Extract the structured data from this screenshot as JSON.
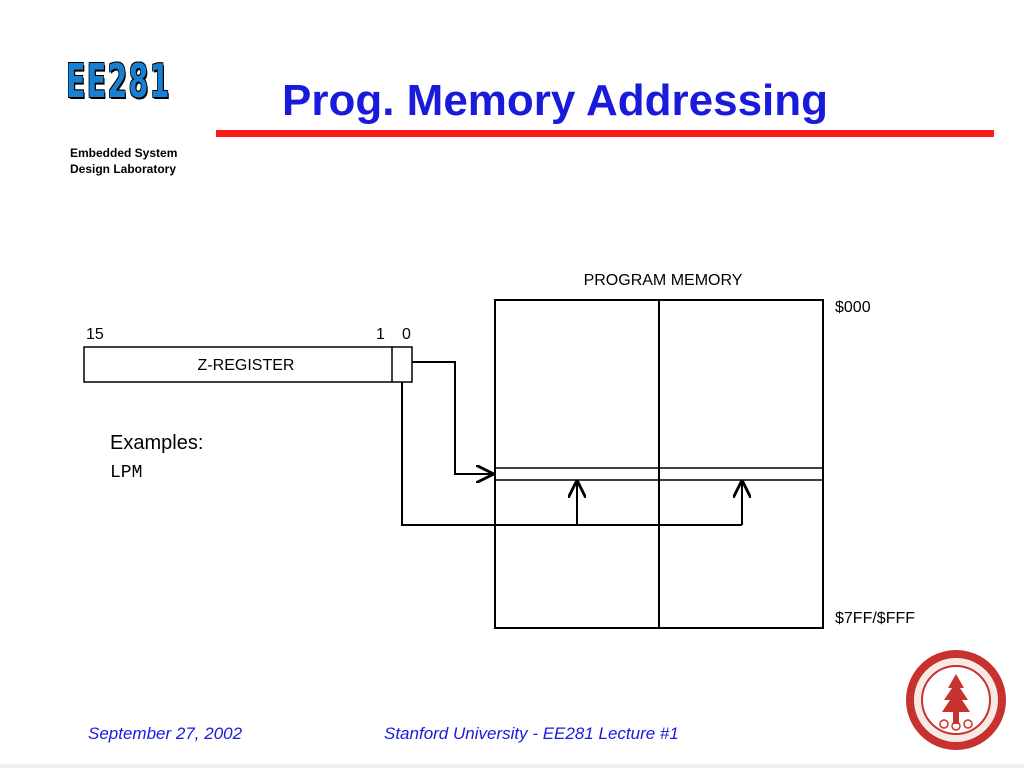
{
  "header": {
    "logo_text": "EE281",
    "lab_line1": "Embedded System",
    "lab_line2": "Design Laboratory",
    "title": "Prog. Memory Addressing"
  },
  "diagram": {
    "register": {
      "name": "Z-REGISTER",
      "bit_high": "15",
      "bit_1": "1",
      "bit_0": "0"
    },
    "memory": {
      "title": "PROGRAM MEMORY",
      "start_address": "$000",
      "end_address": "$7FF/$FFF"
    },
    "examples_label": "Examples:",
    "example_instruction": "LPM"
  },
  "footer": {
    "date": "September 27, 2002",
    "course": "Stanford University - EE281 Lecture #1"
  },
  "colors": {
    "title": "#1a1adb",
    "rule": "#ff1a1a",
    "logo": "#1a7fd0",
    "seal": "#b22222"
  }
}
